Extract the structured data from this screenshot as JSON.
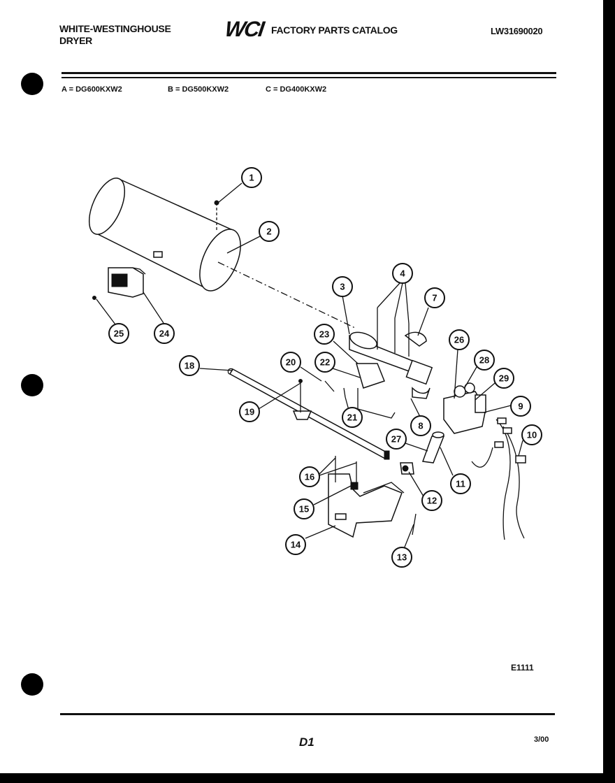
{
  "header": {
    "brand": [
      "WHITE-WESTINGHOUSE",
      "DRYER"
    ],
    "logo": "WCI",
    "catalog_title": "FACTORY PARTS CATALOG",
    "doc_number": "LW31690020"
  },
  "models": [
    {
      "label": "A = DG600KXW2"
    },
    {
      "label": "B = DG500KXW2"
    },
    {
      "label": "C = DG400KXW2"
    }
  ],
  "callouts": [
    "1",
    "2",
    "3",
    "4",
    "7",
    "23",
    "26",
    "28",
    "29",
    "9",
    "10",
    "18",
    "20",
    "22",
    "19",
    "21",
    "8",
    "27",
    "11",
    "16",
    "12",
    "15",
    "14",
    "13",
    "24",
    "25"
  ],
  "figure_code": "E1111",
  "footer": {
    "page": "D1",
    "date": "3/00"
  }
}
